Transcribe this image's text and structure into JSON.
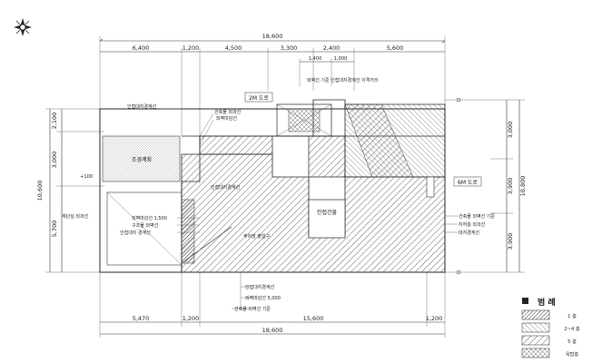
{
  "top_dims": {
    "overall": "18,600",
    "seg1": "6,400",
    "seg2": "1,200",
    "seg3": "4,500",
    "seg4": "3,300",
    "seg5": "2,400",
    "seg6": "5,600",
    "sub1": "1,400",
    "sub2": "1,000"
  },
  "bottom_dims": {
    "overall": "18,600",
    "seg1": "5,470",
    "seg2": "1,200",
    "seg3": "15,600",
    "seg4": "1,200"
  },
  "left_dims": {
    "overall": "10,600",
    "seg1": "2,100",
    "seg2": "3,000",
    "seg3": "5,700",
    "level": "+100"
  },
  "right_dims": {
    "overall": "10,800",
    "seg1": "3,000",
    "seg2": "3,900",
    "seg3": "3,900"
  },
  "tags": {
    "room_a": "2M 도로",
    "room_b": "6M 도로",
    "room_c": "인접건물",
    "room_d": "조경계획"
  },
  "notes": {
    "top_center": "외벽선 기준 인접대지경계선 이격거리",
    "left_1": "인접대지경계선",
    "left_2": "건축물 외곽선",
    "left_3": "외벽마감선",
    "left_4": "인접대지경계선",
    "left_5": "계단실 외곽선",
    "left_6": "외벽마감선 1,500",
    "left_7": "구조물 외벽선",
    "left_8": "인접대지 경계선",
    "left_9": "주차장 출입구",
    "right_1": "건축물 외벽선 기준",
    "right_2": "지하층 외곽선",
    "right_3": "대지경계선",
    "bottom_1": "인접대지경계선",
    "bottom_2": "외벽마감선 5,000",
    "bottom_3": "건축물 외벽선 기준"
  },
  "legend": {
    "title": "범 례",
    "items": [
      {
        "label": "1 층"
      },
      {
        "label": "2~4 층"
      },
      {
        "label": "5 층"
      },
      {
        "label": "옥탑층"
      }
    ]
  }
}
